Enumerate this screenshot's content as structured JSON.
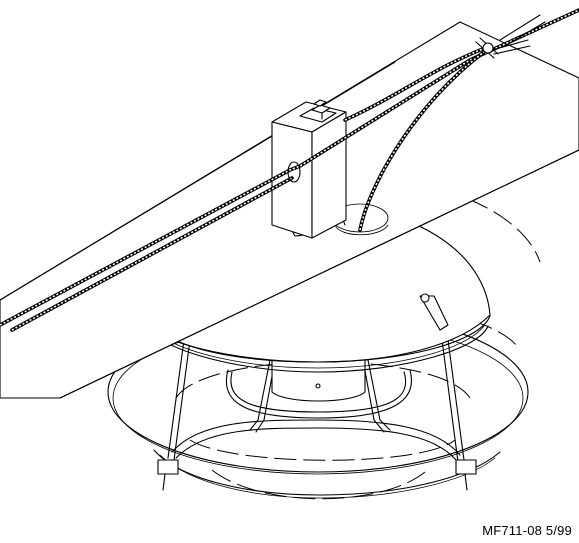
{
  "figure": {
    "ref_code": "MF711-08 5/99"
  },
  "parts": [
    "feed-tube",
    "anti-roost-cable",
    "control-box",
    "feeder-cone",
    "feeder-pan",
    "grill-support-wires"
  ],
  "colors": {
    "line": "#000000",
    "background": "#ffffff"
  }
}
